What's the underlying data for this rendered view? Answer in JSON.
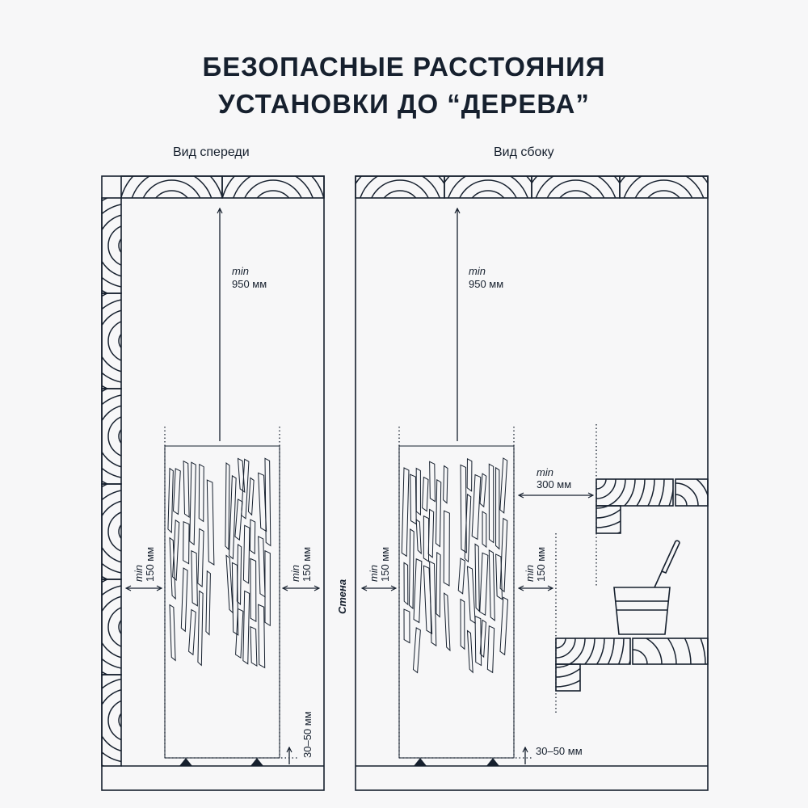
{
  "title": {
    "line1": "БЕЗОПАСНЫЕ РАССТОЯНИЯ",
    "line2": "УСТАНОВКИ ДО “ДЕРЕВА”"
  },
  "front_view": {
    "label": "Вид спереди",
    "top_min": "min",
    "top_value": "950 мм",
    "left_min": "min",
    "left_value": "150 мм",
    "right_min": "min",
    "right_value": "150 мм",
    "floor_value": "30–50 мм"
  },
  "wall_label": "Стена",
  "side_view": {
    "label": "Вид сбоку",
    "top_min": "min",
    "top_value": "950 мм",
    "left_min": "min",
    "left_value": "150 мм",
    "right_min": "min",
    "right_value": "150 мм",
    "shelf_min": "min",
    "shelf_value": "300 мм",
    "floor_value": "30–50 мм"
  },
  "colors": {
    "ink": "#16202e",
    "background": "#f7f7f8"
  }
}
